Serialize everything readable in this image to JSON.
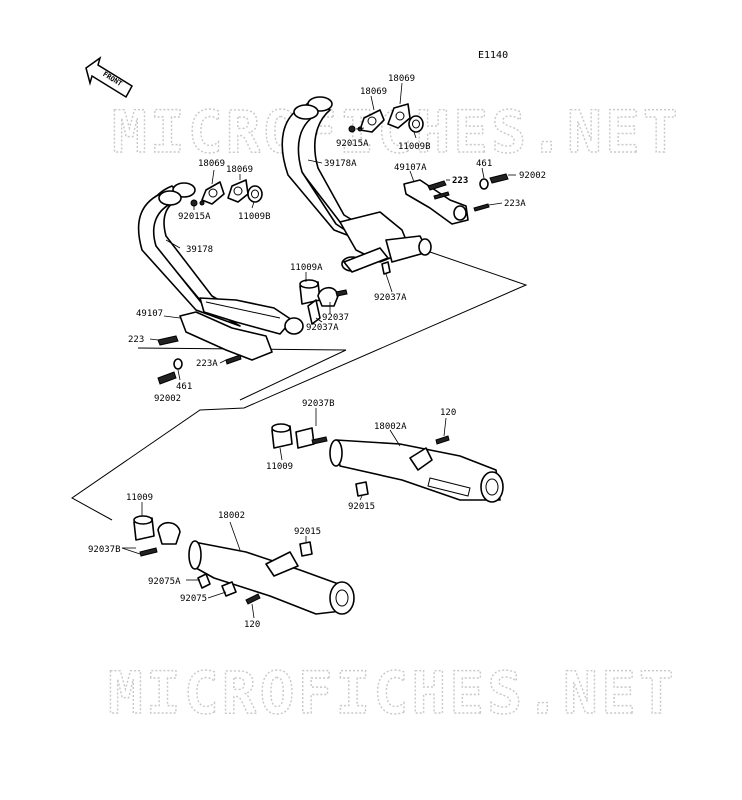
{
  "diagram": {
    "code": "E1140",
    "front_label": "FRONT",
    "watermark_top": "MICROFICHES.NET",
    "watermark_bottom": "MICROFICHES.NET"
  },
  "labels": {
    "p18069_a": "18069",
    "p18069_b": "18069",
    "p92015A_top": "92015A",
    "p11009B_top": "11009B",
    "p39178A": "39178A",
    "p49107A": "49107A",
    "p461_top": "461",
    "p92002_top": "92002",
    "p223_top": "223",
    "p223A_top": "223A",
    "p92037A_top": "92037A",
    "p18069_c": "18069",
    "p18069_d": "18069",
    "p92015A_left": "92015A",
    "p11009B_left": "11009B",
    "p39178": "39178",
    "p11009A": "11009A",
    "p92037": "92037",
    "p92037A_mid": "92037A",
    "p49107": "49107",
    "p223_left": "223",
    "p223A_left": "223A",
    "p461_left": "461",
    "p92002_left": "92002",
    "p92037B_right": "92037B",
    "p18002A": "18002A",
    "p120_right": "120",
    "p11009_right": "11009",
    "p92015_right": "92015",
    "p11009_left": "11009",
    "p92037B_left": "92037B",
    "p18002": "18002",
    "p92015_left": "92015",
    "p92075A": "92075A",
    "p92075": "92075",
    "p120_left": "120"
  }
}
